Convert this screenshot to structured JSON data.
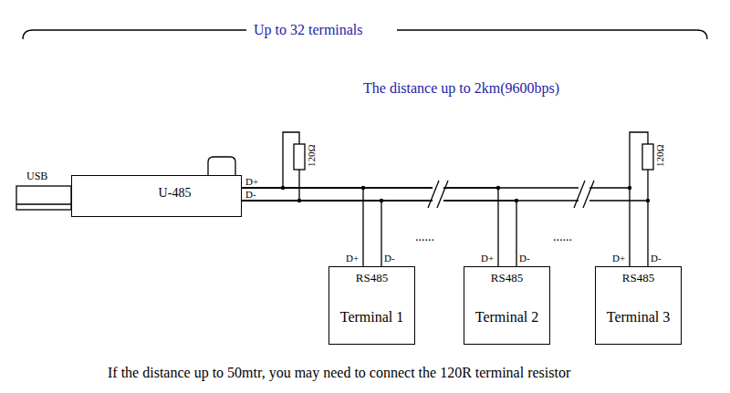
{
  "diagram": {
    "title": "Up to 32 terminals",
    "caption": "If the distance up to 50mtr,  you may need to connect the 120R terminal resistor",
    "nodes": [
      {
        "text": [
          "U-485"
        ]
      },
      {
        "text": [
          "RS485",
          "Terminal 1"
        ]
      },
      {
        "text": [
          "RS485",
          "Terminal 2"
        ]
      },
      {
        "text": [
          "RS485",
          "Terminal 3"
        ]
      }
    ],
    "edges": [
      {
        "from": 0,
        "to": 1,
        "arrow": "none"
      },
      {
        "from": 0,
        "to": 2,
        "arrow": "none"
      },
      {
        "from": 0,
        "to": 3,
        "arrow": "none"
      }
    ],
    "labels": [
      "The distance up to 2km(9600bps)",
      "USB",
      "D+",
      "D-",
      "120Ω",
      "120Ω",
      "......",
      "......",
      "D+",
      "D-",
      "D+",
      "D-",
      "D+",
      "D-"
    ]
  }
}
